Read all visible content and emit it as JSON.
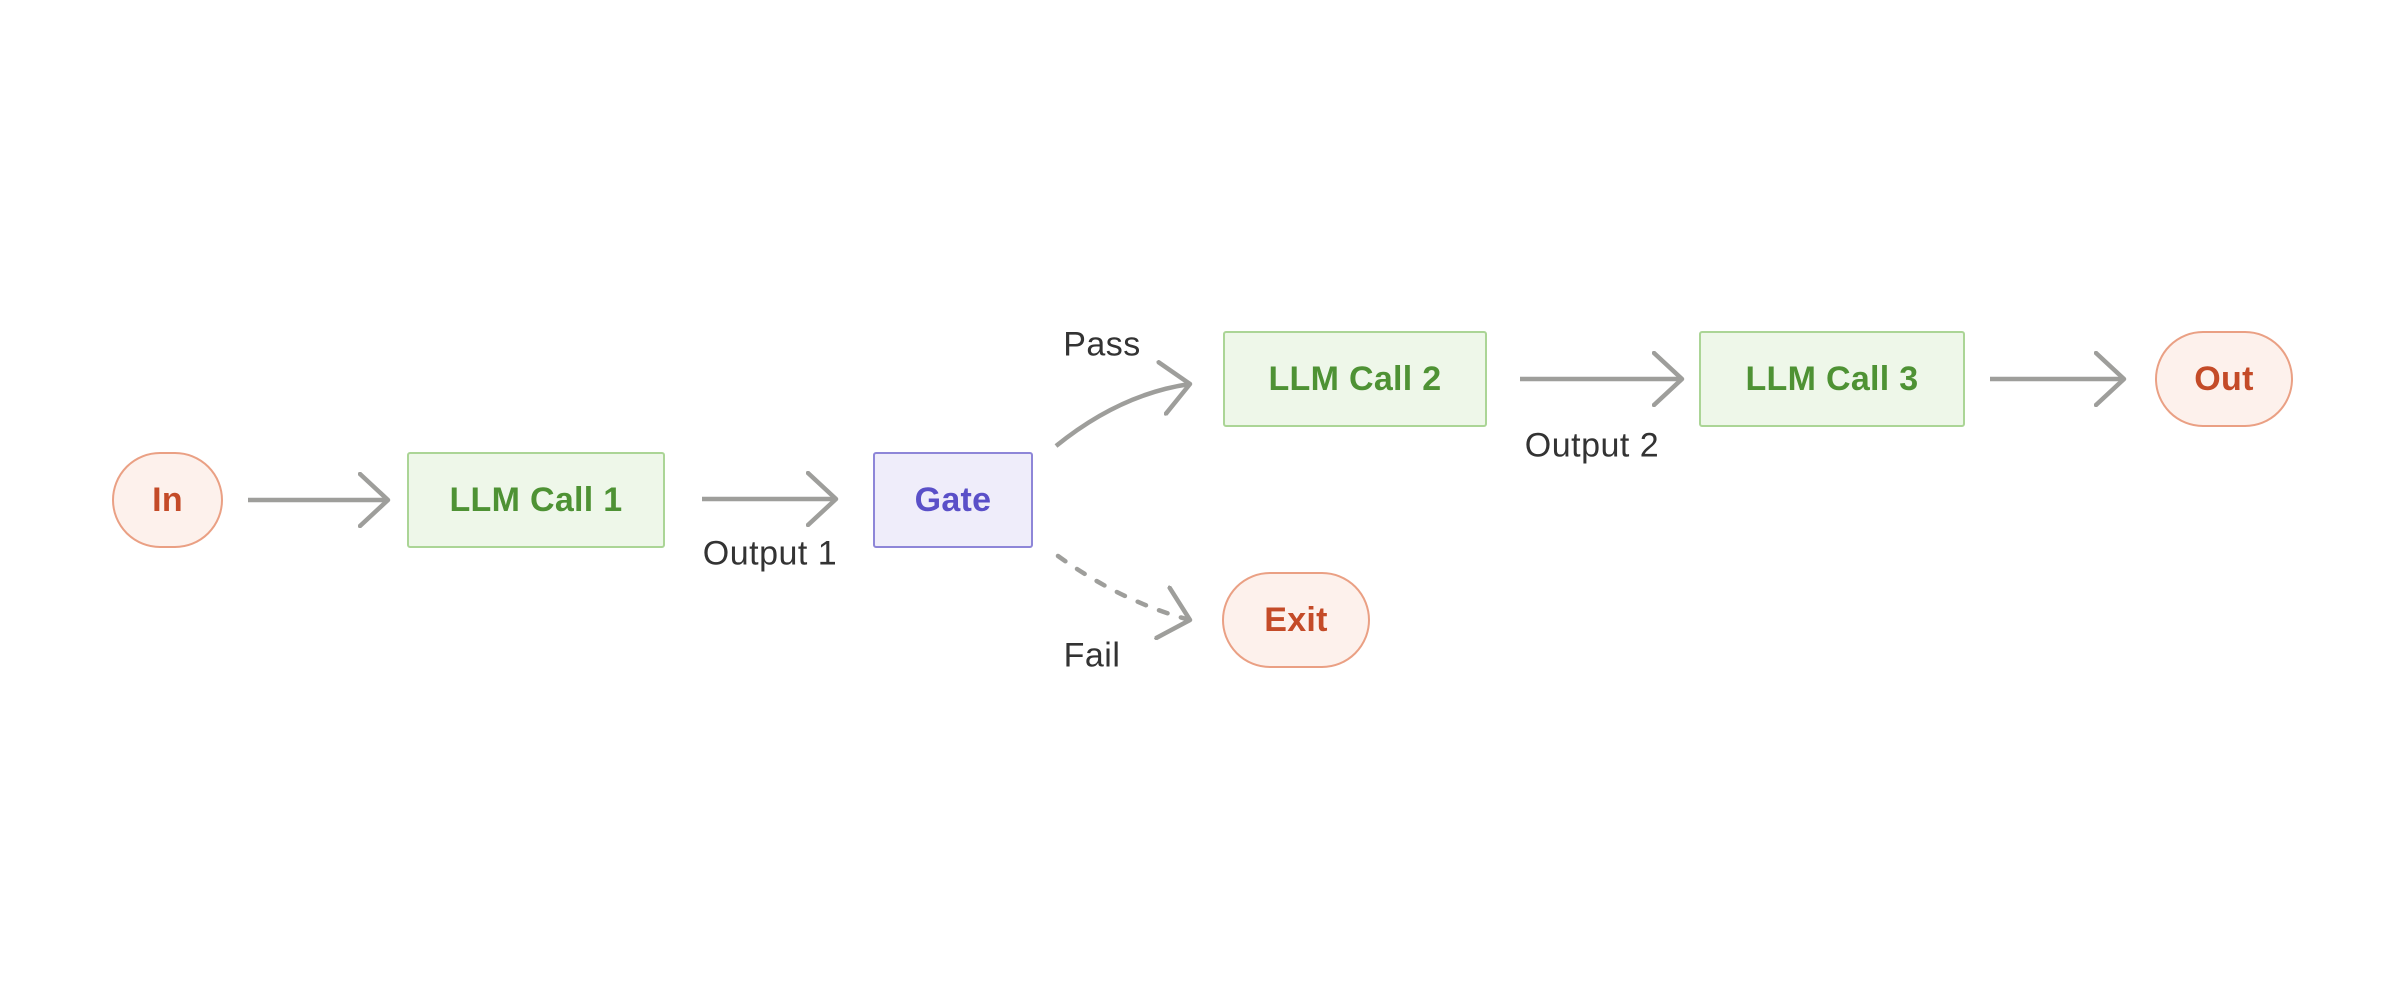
{
  "diagram": {
    "type": "flowchart",
    "description": "Prompt-chaining workflow with a quality gate",
    "nodes": [
      {
        "id": "in",
        "label": "In",
        "shape": "stadium",
        "role": "input"
      },
      {
        "id": "llm-call-1",
        "label": "LLM Call 1",
        "shape": "rect",
        "role": "process"
      },
      {
        "id": "gate",
        "label": "Gate",
        "shape": "rect",
        "role": "decision"
      },
      {
        "id": "llm-call-2",
        "label": "LLM Call 2",
        "shape": "rect",
        "role": "process"
      },
      {
        "id": "llm-call-3",
        "label": "LLM Call 3",
        "shape": "rect",
        "role": "process"
      },
      {
        "id": "out",
        "label": "Out",
        "shape": "stadium",
        "role": "output"
      },
      {
        "id": "exit",
        "label": "Exit",
        "shape": "stadium",
        "role": "output"
      }
    ],
    "edges": [
      {
        "from": "in",
        "to": "llm-call-1",
        "label": "",
        "style": "solid"
      },
      {
        "from": "llm-call-1",
        "to": "gate",
        "label": "Output 1",
        "style": "solid"
      },
      {
        "from": "gate",
        "to": "llm-call-2",
        "label": "Pass",
        "style": "solid"
      },
      {
        "from": "llm-call-2",
        "to": "llm-call-3",
        "label": "Output 2",
        "style": "solid"
      },
      {
        "from": "llm-call-3",
        "to": "out",
        "label": "",
        "style": "solid"
      },
      {
        "from": "gate",
        "to": "exit",
        "label": "Fail",
        "style": "dashed"
      }
    ],
    "colors": {
      "background": "#ffffff",
      "process_fill": "#eef7e9",
      "process_border": "#abd596",
      "process_text": "#4e9234",
      "gate_fill": "#efedfa",
      "gate_border": "#8e86d8",
      "gate_text": "#5a50c8",
      "terminal_fill": "#fdf1ec",
      "terminal_border": "#eaa084",
      "terminal_text": "#c44b28",
      "arrow": "#9e9e9b",
      "edge_label_text": "#333333"
    }
  }
}
